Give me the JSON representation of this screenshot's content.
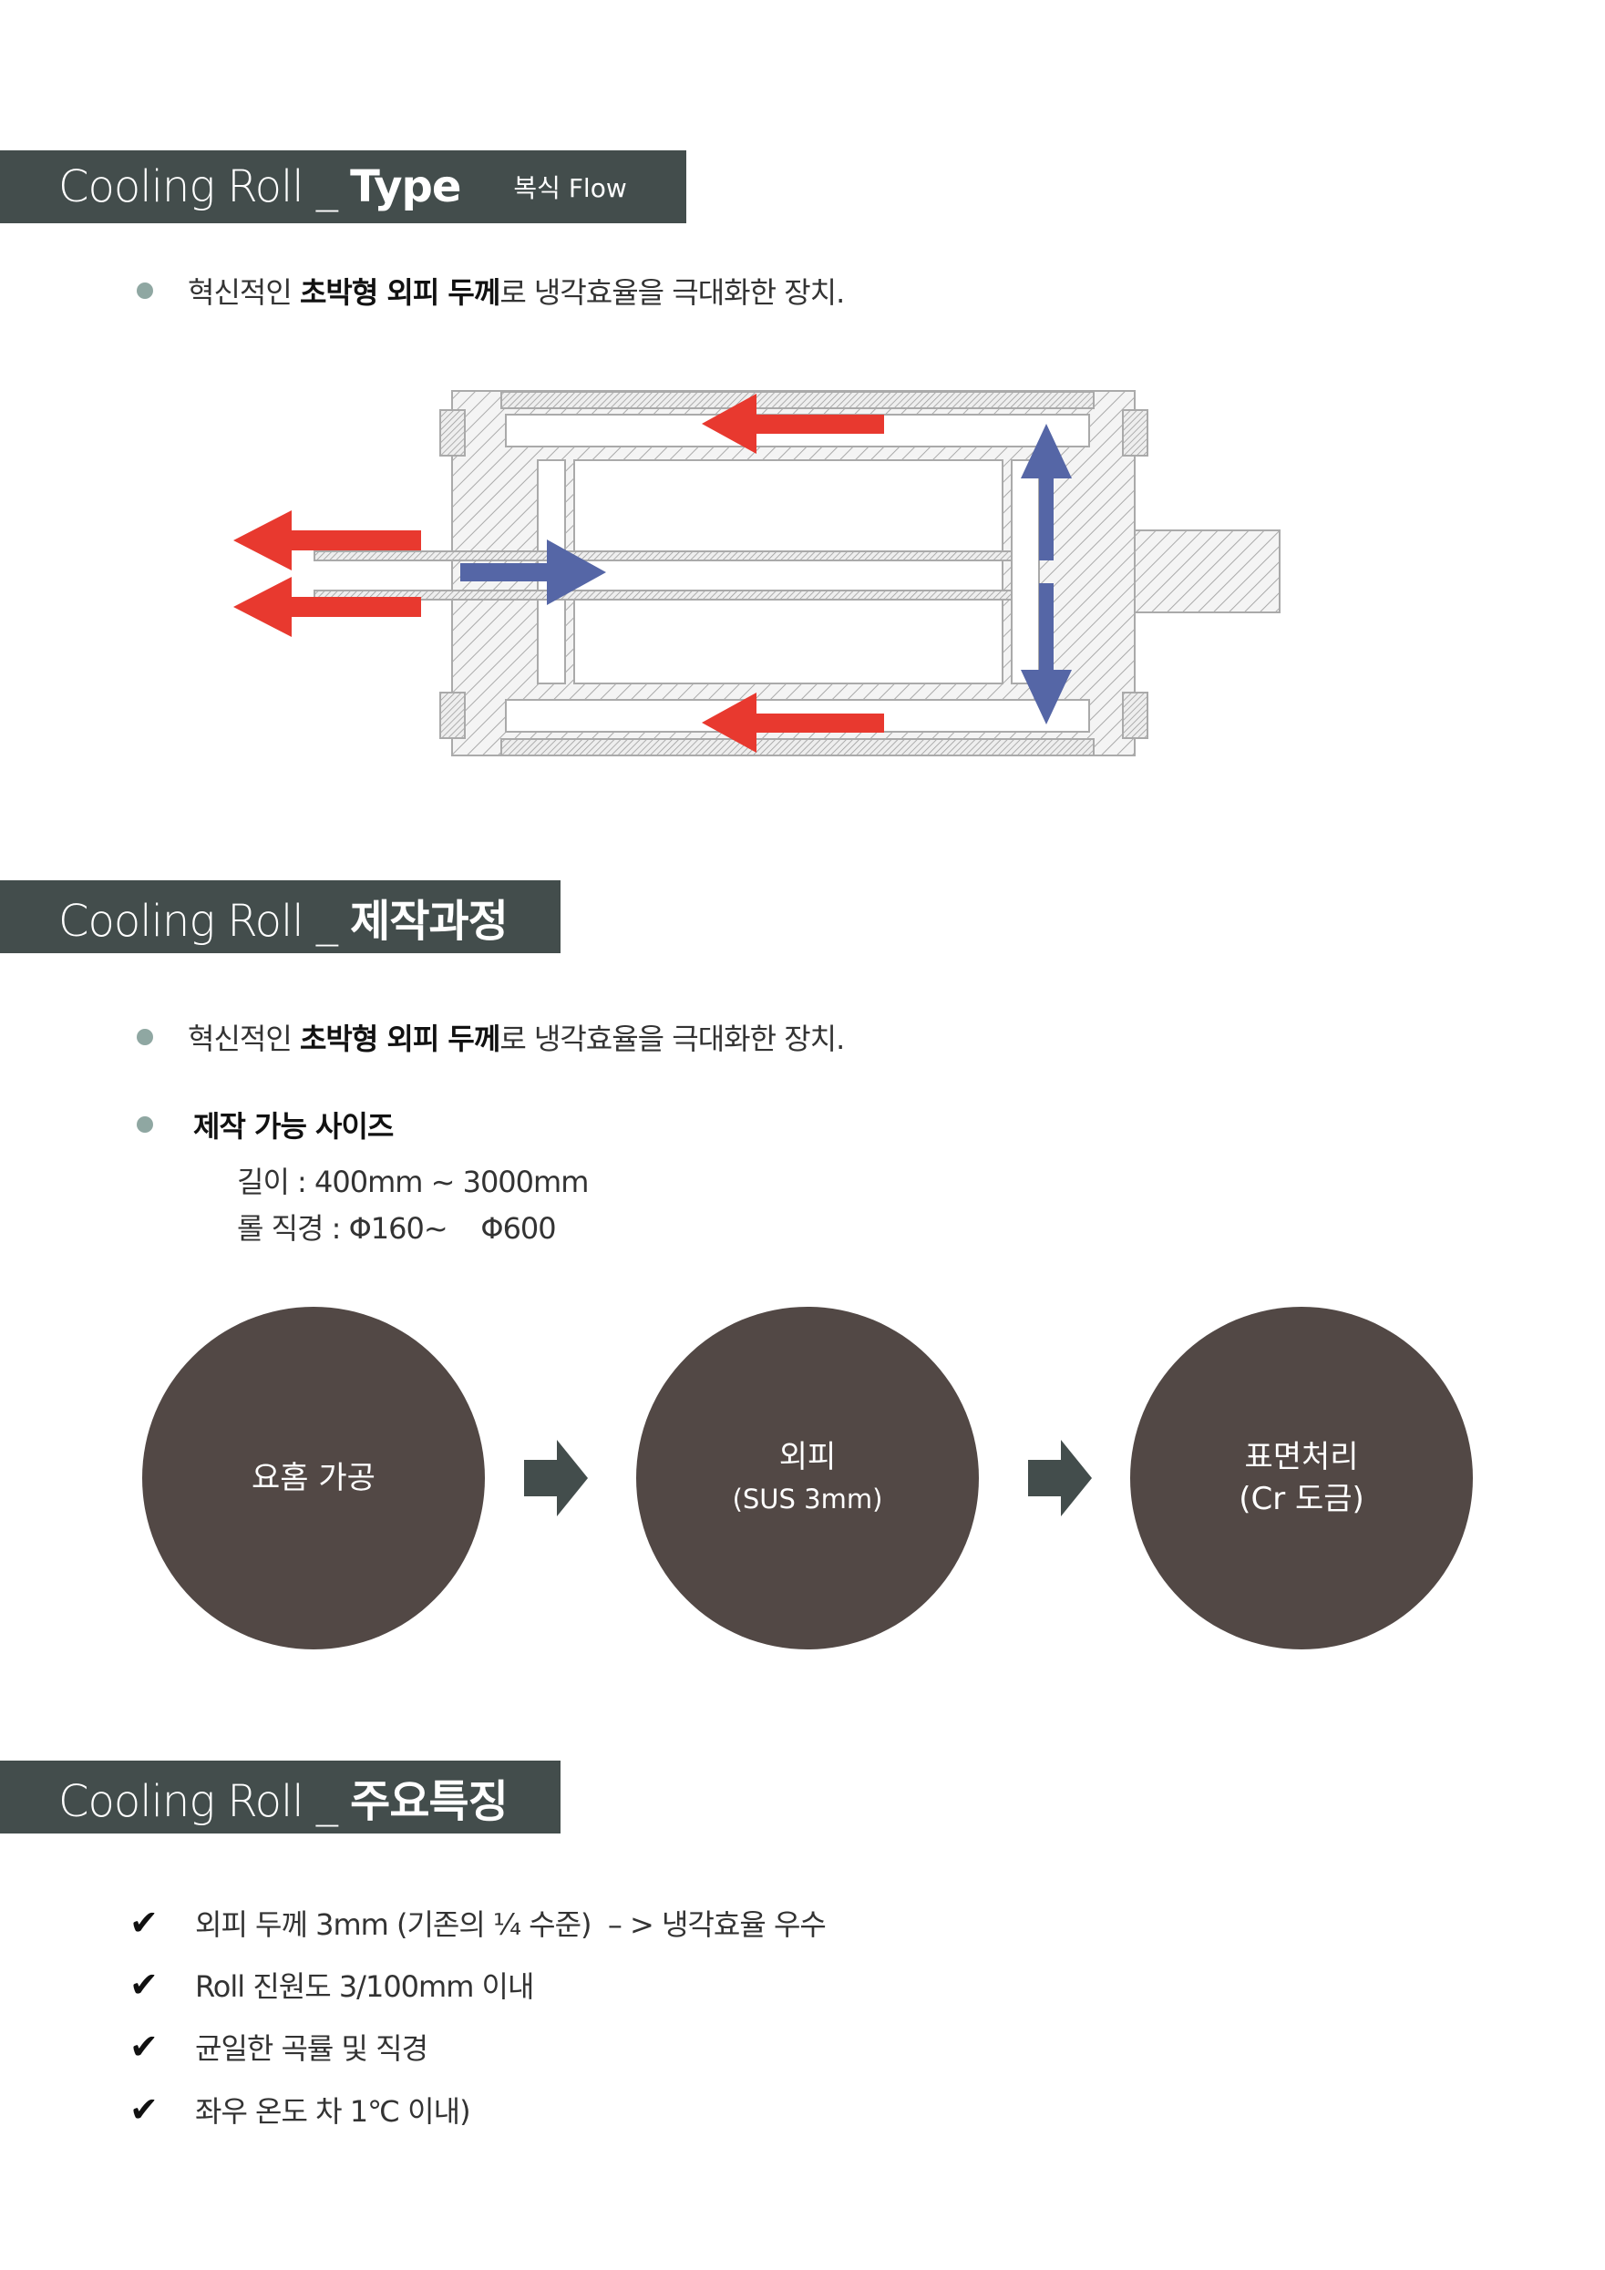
{
  "section_type": {
    "title_light": "Cooling Roll _ ",
    "title_bold": "Type",
    "subtitle": "복식 Flow"
  },
  "bullet_intro": {
    "pre": "혁신적인 ",
    "bold": "초박형 외피 두께",
    "post": "로 냉각효율을 극대화한 장치."
  },
  "section_process": {
    "title_light": "Cooling Roll _ ",
    "title_bold": "제작과정"
  },
  "sizes": {
    "heading": "제작 가능 사이즈",
    "length": "길이 : 400mm ~ 3000mm",
    "diameter": "롤 직경 : Φ160~    Φ600"
  },
  "steps": [
    {
      "line1": "요홈 가공",
      "line2": ""
    },
    {
      "line1": "외피",
      "line2": "(SUS 3mm)"
    },
    {
      "line1": "표면처리",
      "line2": "(Cr 도금)"
    }
  ],
  "section_features": {
    "title_light": "Cooling Roll _ ",
    "title_bold": "주요특징"
  },
  "features": [
    "외피 두께 3mm (기존의 ¼ 수준)  – > 냉각효율 우수",
    "Roll 진원도 3/100mm 이내",
    "균일한 곡률 및 직경",
    "좌우 온도 차 1℃ 이내)"
  ],
  "check_mark": "✔",
  "colors": {
    "header": "#434d4c",
    "circle": "#524845",
    "bullet": "#8fa7a2",
    "hot": "#e8392f",
    "cold": "#5566a6"
  }
}
